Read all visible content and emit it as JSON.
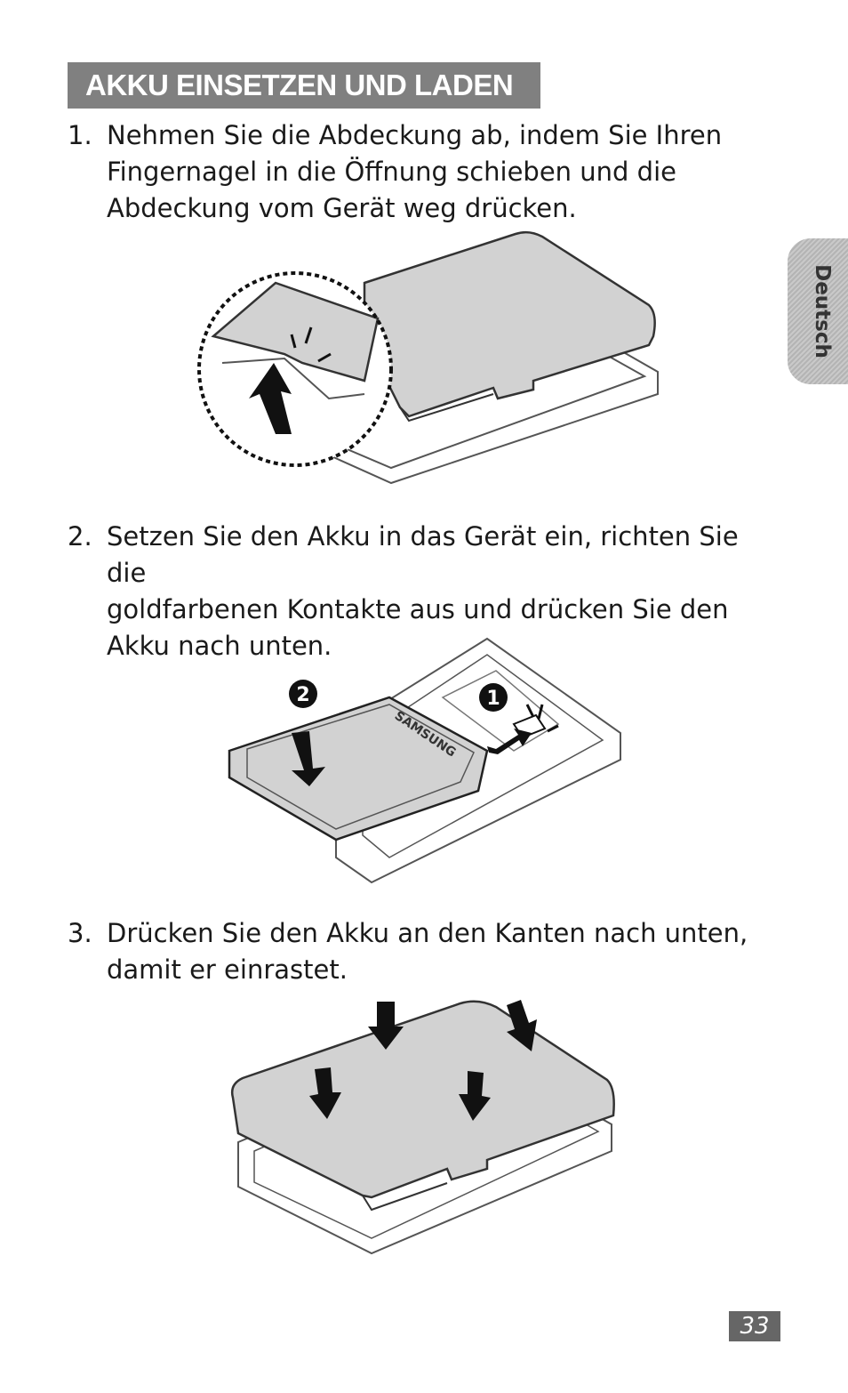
{
  "header": {
    "title": "AKKU EINSETZEN UND LADEN"
  },
  "steps": [
    {
      "number": "1.",
      "text": "Nehmen Sie die Abdeckung ab, indem Sie Ihren\nFingernagel in die Öffnung schieben und die\nAbdeckung vom Gerät weg drücken."
    },
    {
      "number": "2.",
      "text": "Setzen Sie den Akku in das Gerät ein, richten Sie die\ngoldfarbenen Kontakte aus und drücken Sie den\nAkku nach unten."
    },
    {
      "number": "3.",
      "text": "Drücken Sie den Akku an den Kanten nach unten,\ndamit er einrastet."
    }
  ],
  "figures": {
    "fig2": {
      "marker_1": "1",
      "marker_2": "2",
      "battery_brand": "SAMSUNG"
    }
  },
  "side_tab": {
    "label": "Deutsch"
  },
  "page_number": "33",
  "colors": {
    "header_bg": "#808080",
    "cover": "#d2d2d2",
    "page_number_bg": "#666666"
  }
}
